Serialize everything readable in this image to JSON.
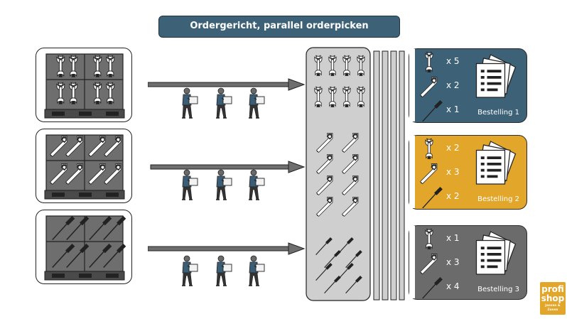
{
  "title": "Ordergericht, parallel orderpicken",
  "colors": {
    "title_bg": "#3d6278",
    "order1": "#3d6278",
    "order2": "#e2a62b",
    "order3": "#6b6b6b",
    "rack": "#cfcfcf",
    "shelf": "#6e6e6e",
    "logo": "#e2a62b"
  },
  "sources": [
    {
      "tool": "wrench-icon"
    },
    {
      "tool": "saw-icon"
    },
    {
      "tool": "screwdriver-icon"
    }
  ],
  "orders": [
    {
      "label": "Bestelling 1",
      "items": [
        {
          "tool": "wrench-icon",
          "qty": "x 5"
        },
        {
          "tool": "saw-icon",
          "qty": "x 2"
        },
        {
          "tool": "screwdriver-icon",
          "qty": "x 1"
        }
      ]
    },
    {
      "label": "Bestelling 2",
      "items": [
        {
          "tool": "wrench-icon",
          "qty": "x 2"
        },
        {
          "tool": "saw-icon",
          "qty": "x 3"
        },
        {
          "tool": "screwdriver-icon",
          "qty": "x 2"
        }
      ]
    },
    {
      "label": "Bestelling 3",
      "items": [
        {
          "tool": "wrench-icon",
          "qty": "x 1"
        },
        {
          "tool": "saw-icon",
          "qty": "x 3"
        },
        {
          "tool": "screwdriver-icon",
          "qty": "x 4"
        }
      ]
    }
  ],
  "logo": {
    "line1": "profi",
    "line2": "shop",
    "line3": "Jansen & Zonen"
  }
}
